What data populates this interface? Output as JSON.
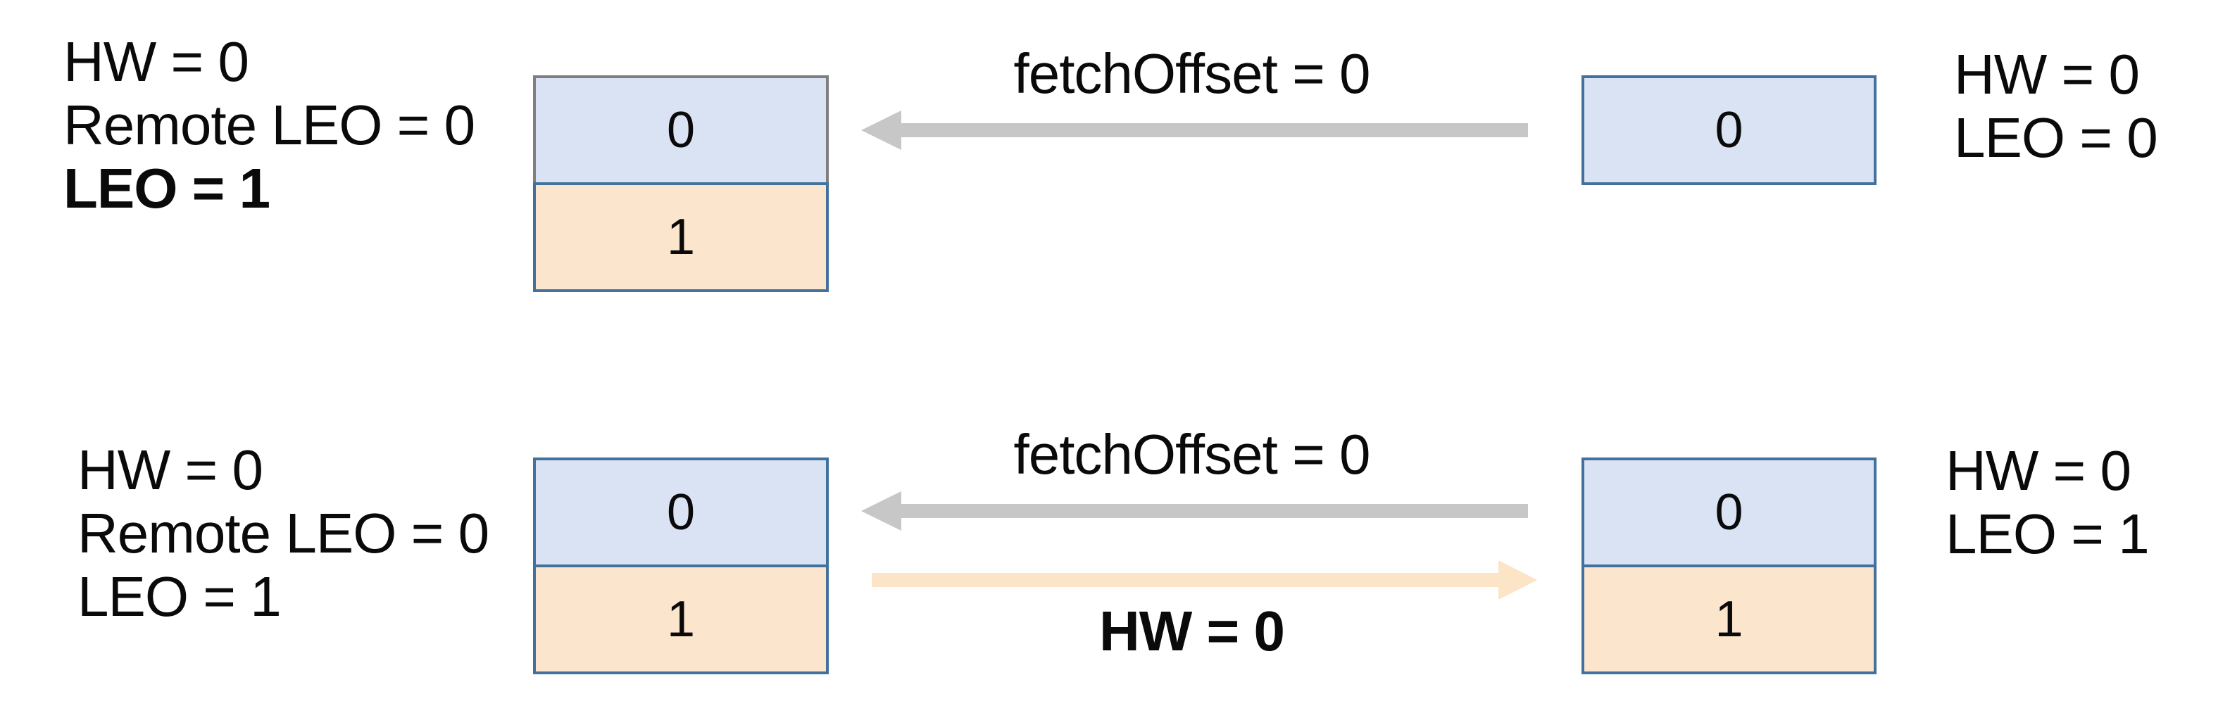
{
  "colors": {
    "record_blue_fill": "#dae3f3",
    "record_orange_fill": "#fce5cd",
    "record_border_blue": "#41719c",
    "record_border_gray": "#7f7f7f",
    "fetch_arrow_gray": "#c7c7c7",
    "hw_arrow_orange": "#fce4c7",
    "text_color": "#0a0a0a"
  },
  "rows": [
    {
      "left_labels": [
        {
          "text": "HW = 0",
          "bold": false
        },
        {
          "text": "Remote LEO = 0",
          "bold": false
        },
        {
          "text": "LEO = 1",
          "bold": true
        }
      ],
      "left_log": {
        "cells": [
          {
            "value": "0",
            "fill": "blue",
            "border": "gray"
          },
          {
            "value": "1",
            "fill": "orange",
            "border": "blue"
          }
        ]
      },
      "fetch_arrow": {
        "label": "fetchOffset = 0",
        "direction": "left",
        "color": "gray"
      },
      "right_log": {
        "cells": [
          {
            "value": "0",
            "fill": "blue",
            "border": "blue"
          }
        ]
      },
      "right_labels": [
        {
          "text": "HW = 0",
          "bold": false
        },
        {
          "text": "LEO = 0",
          "bold": false
        }
      ]
    },
    {
      "left_labels": [
        {
          "text": "HW = 0",
          "bold": false
        },
        {
          "text": "Remote LEO = 0",
          "bold": false
        },
        {
          "text": "LEO = 1",
          "bold": false
        }
      ],
      "left_log": {
        "cells": [
          {
            "value": "0",
            "fill": "blue",
            "border": "blue"
          },
          {
            "value": "1",
            "fill": "orange",
            "border": "blue"
          }
        ]
      },
      "fetch_arrow": {
        "label": "fetchOffset = 0",
        "direction": "left",
        "color": "gray"
      },
      "hw_arrow": {
        "label": "HW = 0",
        "bold": true,
        "direction": "right",
        "color": "orange"
      },
      "right_log": {
        "cells": [
          {
            "value": "0",
            "fill": "blue",
            "border": "blue"
          },
          {
            "value": "1",
            "fill": "orange",
            "border": "blue"
          }
        ]
      },
      "right_labels": [
        {
          "text": "HW = 0",
          "bold": false
        },
        {
          "text": "LEO = 1",
          "bold": false
        }
      ]
    }
  ]
}
